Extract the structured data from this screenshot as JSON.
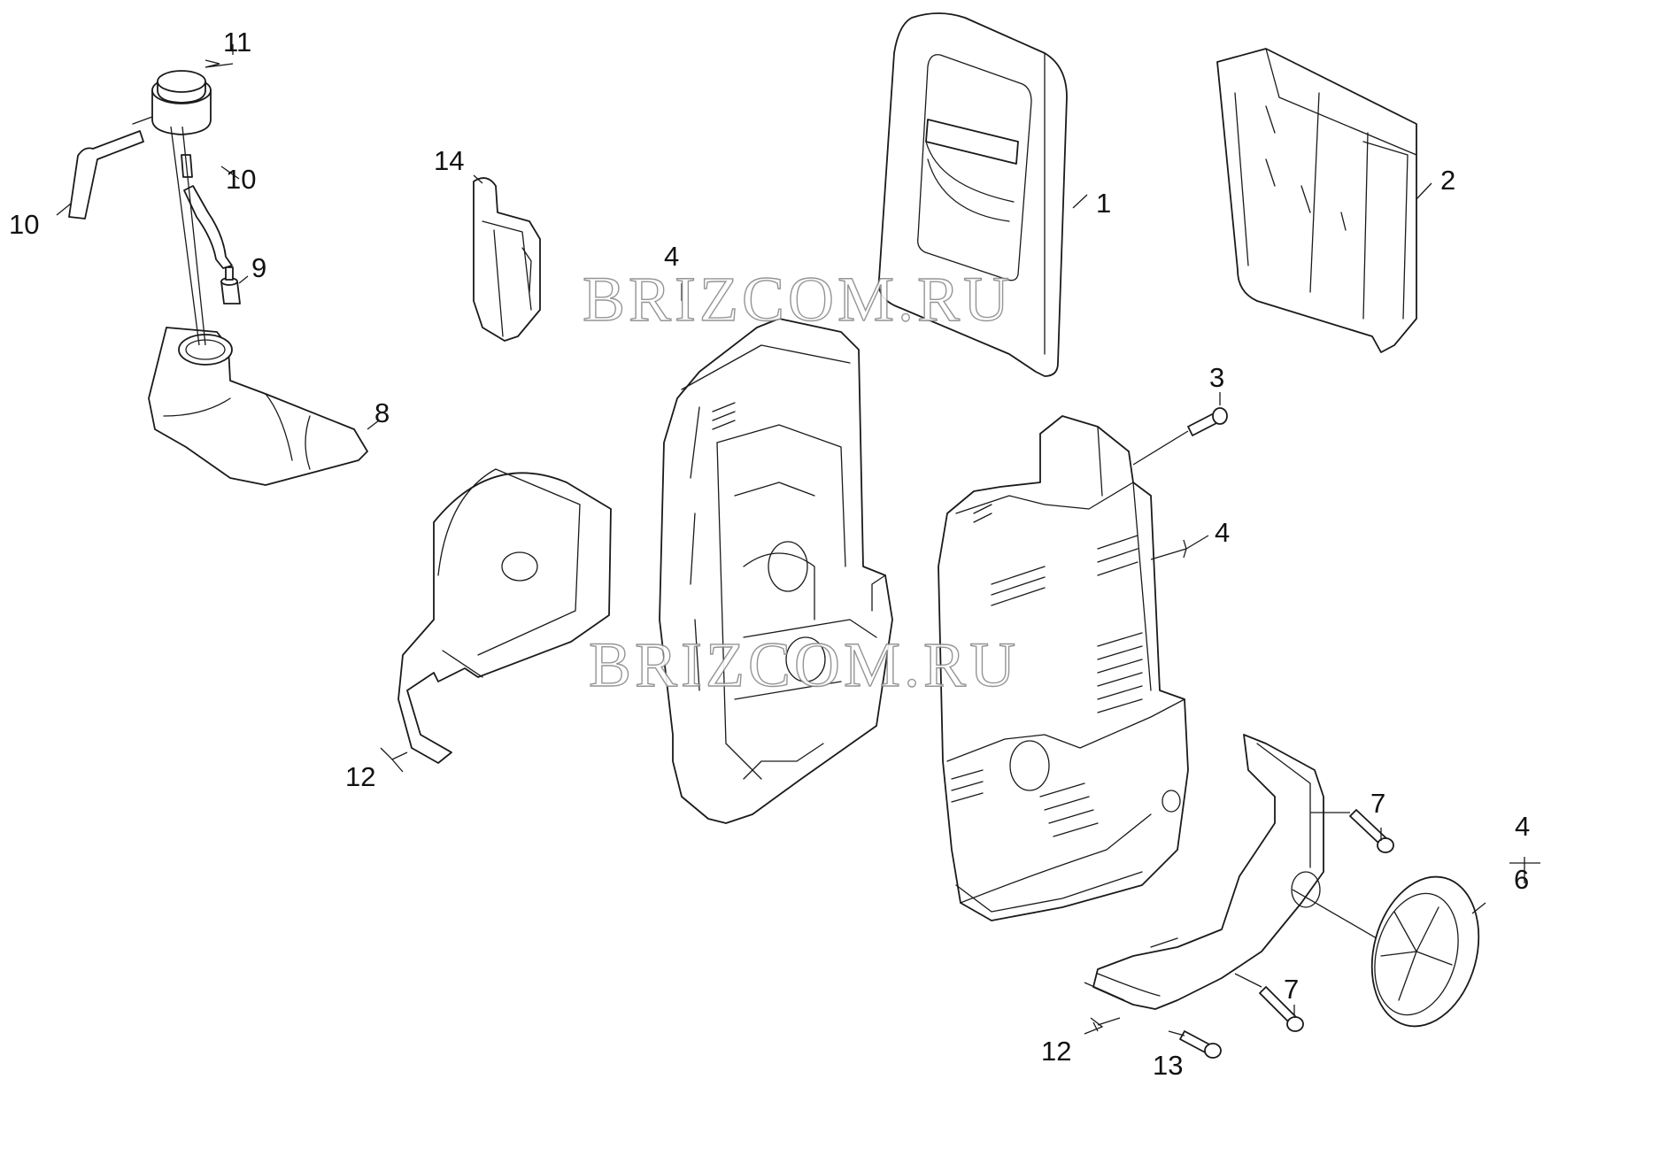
{
  "watermark": "BRIZCOM.RU",
  "callouts": {
    "c1": "1",
    "c2": "2",
    "c3": "3",
    "c4a": "4",
    "c4b": "4",
    "c4c": "4",
    "c6": "6",
    "c7a": "7",
    "c7b": "7",
    "c8": "8",
    "c9": "9",
    "c10a": "10",
    "c10b": "10",
    "c11": "11",
    "c12a": "12",
    "c12b": "12",
    "c13": "13",
    "c14": "14"
  },
  "colors": {
    "line": "#1a1a1a",
    "fill": "#ffffff",
    "watermark_outline": "#8a8a8a"
  }
}
